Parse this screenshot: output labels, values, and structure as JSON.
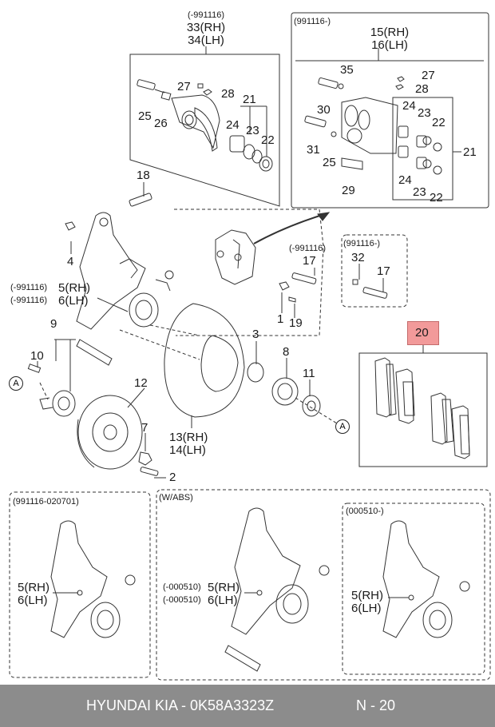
{
  "groups": {
    "front_caliper": {
      "date": "(-991116)",
      "rh": "33(RH)",
      "lh": "34(LH)"
    },
    "rear_caliper": {
      "date": "(991116-)",
      "rh": "15(RH)",
      "lh": "16(LH)"
    },
    "carrier_box": {
      "date": "(-991116)"
    },
    "carrier_box2": {
      "date": "(991116-)"
    },
    "knuckle_main": {
      "date1": "(-991116)",
      "date2": "(-991116)"
    },
    "disc": {
      "rh": "13(RH)",
      "lh": "14(LH)"
    },
    "knuckle_b1": {
      "date": "(991116-020701)",
      "rh": "5(RH)",
      "lh": "6(LH)"
    },
    "abs": {
      "label": "(W/ABS)",
      "date1": "(-000510)",
      "date2": "(-000510)",
      "rh": "5(RH)",
      "lh": "6(LH)"
    },
    "knuckle_b3": {
      "date": "(000510-)",
      "rh": "5(RH)",
      "lh": "6(LH)"
    }
  },
  "parts": {
    "p25a": "25",
    "p26": "26",
    "p27a": "27",
    "p28a": "28",
    "p21a": "21",
    "p24a": "24",
    "p23a": "23",
    "p22a": "22",
    "p35": "35",
    "p27b": "27",
    "p28b": "28",
    "p30": "30",
    "p31": "31",
    "p25b": "25",
    "p24b": "24",
    "p23b": "23",
    "p22b": "22",
    "p21b": "21",
    "p24c": "24",
    "p23c": "23",
    "p22c": "22",
    "p29": "29",
    "p18": "18",
    "p4": "4",
    "p17a": "17",
    "p32": "32",
    "p17b": "17",
    "p1": "1",
    "p19": "19",
    "p9": "9",
    "p10": "10",
    "p3": "3",
    "p8": "8",
    "p11": "11",
    "p12": "12",
    "p7": "7",
    "p2": "2",
    "p20": "20",
    "knRH": "5(RH)",
    "knLH": "6(LH)",
    "refA": "A"
  },
  "footer": {
    "brand": "HYUNDAI  KIA - 0K58A3323Z",
    "page": "N - 20"
  },
  "colors": {
    "highlight": "#f29a9a",
    "footer_bg": "#8c8c8c",
    "line": "#333333"
  }
}
